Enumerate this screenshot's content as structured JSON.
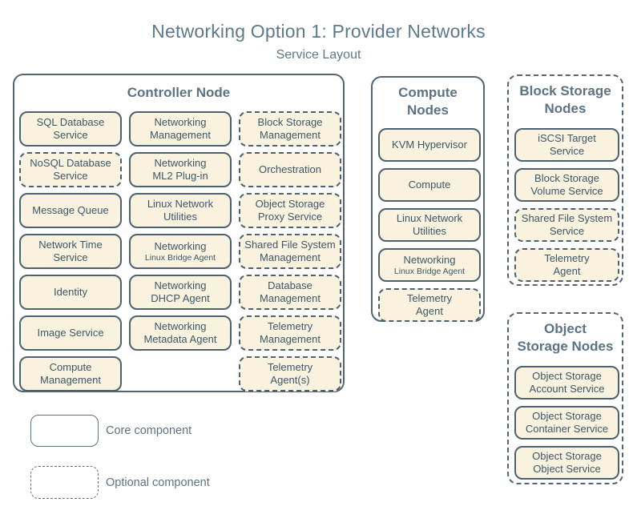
{
  "title": "Networking Option 1: Provider Networks",
  "subtitle": "Service Layout",
  "colors": {
    "background": "#ffffff",
    "component_fill": "#f8f2de",
    "component_border": "#4d626e",
    "component_text": "#3e5768",
    "heading_text": "#5b7383",
    "title_text": "#5c7a8b",
    "legend_border": "#5c7383"
  },
  "legend": {
    "core": "Core component",
    "optional": "Optional component"
  },
  "groups": {
    "controller": {
      "header_lines": [
        "Controller Node"
      ],
      "optional": false,
      "items": [
        {
          "lines": [
            "SQL Database",
            "Service"
          ],
          "optional": false
        },
        {
          "lines": [
            "Networking",
            "Management"
          ],
          "optional": false
        },
        {
          "lines": [
            "Block Storage",
            "Management"
          ],
          "optional": true
        },
        {
          "lines": [
            "NoSQL Database",
            "Service"
          ],
          "optional": true
        },
        {
          "lines": [
            "Networking",
            "ML2 Plug-in"
          ],
          "optional": false
        },
        {
          "lines": [
            "Orchestration"
          ],
          "optional": true
        },
        {
          "lines": [
            "Message Queue"
          ],
          "optional": false
        },
        {
          "lines": [
            "Linux Network",
            "Utilities"
          ],
          "optional": false
        },
        {
          "lines": [
            "Object Storage",
            "Proxy Service"
          ],
          "optional": true
        },
        {
          "lines": [
            "Network Time",
            "Service"
          ],
          "optional": false
        },
        {
          "lines": [
            "Networking",
            "Linux Bridge Agent"
          ],
          "optional": false,
          "small_line2": true
        },
        {
          "lines": [
            "Shared File System",
            "Management"
          ],
          "optional": true
        },
        {
          "lines": [
            "Identity"
          ],
          "optional": false
        },
        {
          "lines": [
            "Networking",
            "DHCP Agent"
          ],
          "optional": false
        },
        {
          "lines": [
            "Database",
            "Management"
          ],
          "optional": true
        },
        {
          "lines": [
            "Image Service"
          ],
          "optional": false
        },
        {
          "lines": [
            "Networking",
            "Metadata Agent"
          ],
          "optional": false
        },
        {
          "lines": [
            "Telemetry",
            "Management"
          ],
          "optional": true
        },
        {
          "lines": [
            "Compute",
            "Management"
          ],
          "optional": false
        },
        {
          "lines": [
            "Telemetry",
            "Agent(s)"
          ],
          "optional": true
        }
      ]
    },
    "compute": {
      "header_lines": [
        "Compute",
        "Nodes"
      ],
      "optional": false,
      "items": [
        {
          "lines": [
            "KVM Hypervisor"
          ],
          "optional": false
        },
        {
          "lines": [
            "Compute"
          ],
          "optional": false
        },
        {
          "lines": [
            "Linux Network",
            "Utilities"
          ],
          "optional": false
        },
        {
          "lines": [
            "Networking",
            "Linux Bridge Agent"
          ],
          "optional": false,
          "small_line2": true
        },
        {
          "lines": [
            "Telemetry",
            "Agent"
          ],
          "optional": true
        }
      ]
    },
    "block_storage": {
      "header_lines": [
        "Block Storage",
        "Nodes"
      ],
      "optional": true,
      "items": [
        {
          "lines": [
            "iSCSI Target",
            "Service"
          ],
          "optional": false
        },
        {
          "lines": [
            "Block Storage",
            "Volume Service"
          ],
          "optional": false
        },
        {
          "lines": [
            "Shared File System",
            "Service"
          ],
          "optional": true
        },
        {
          "lines": [
            "Telemetry",
            "Agent"
          ],
          "optional": true
        }
      ]
    },
    "object_storage": {
      "header_lines": [
        "Object",
        "Storage Nodes"
      ],
      "optional": true,
      "items": [
        {
          "lines": [
            "Object Storage",
            "Account Service"
          ],
          "optional": false
        },
        {
          "lines": [
            "Object Storage",
            "Container Service"
          ],
          "optional": false
        },
        {
          "lines": [
            "Object Storage",
            "Object Service"
          ],
          "optional": false
        }
      ]
    }
  }
}
